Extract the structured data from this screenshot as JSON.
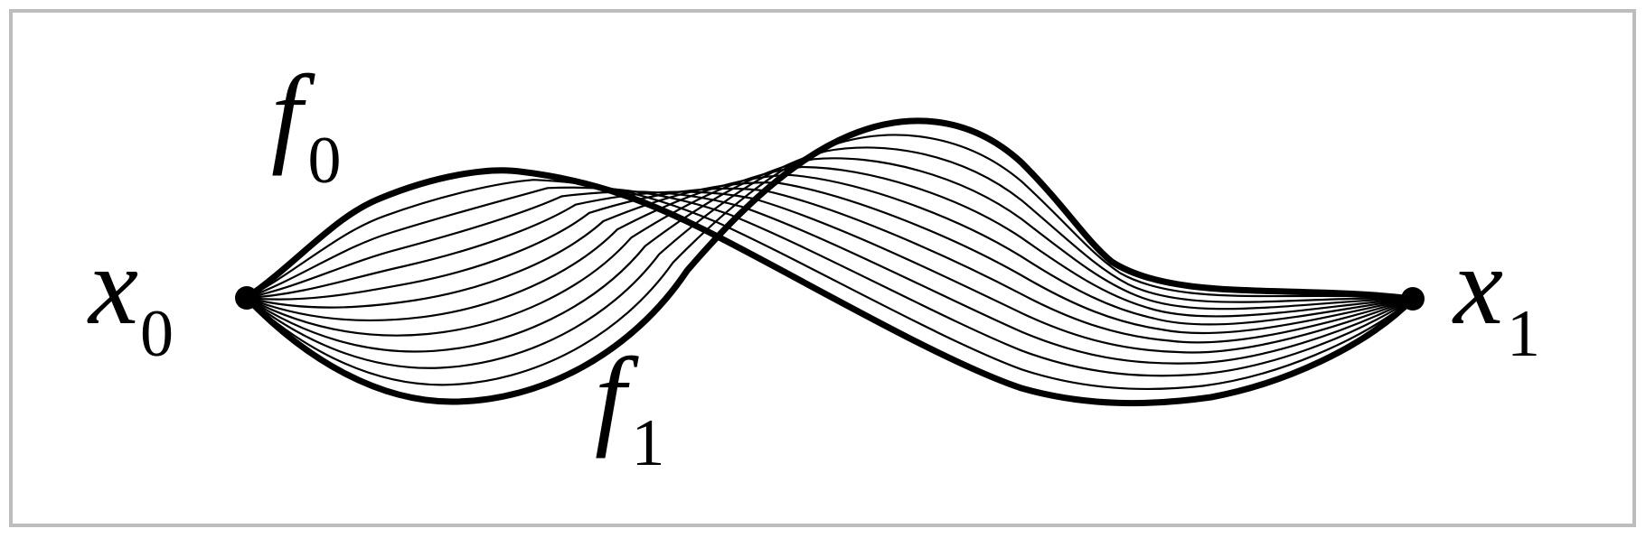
{
  "labels": {
    "x0": {
      "main": "x",
      "sub": "0"
    },
    "x1": {
      "main": "x",
      "sub": "1"
    },
    "f0": {
      "main": "f",
      "sub": "0"
    },
    "f1": {
      "main": "f",
      "sub": "1"
    }
  },
  "intermediate_curve_count": 11,
  "colors": {
    "stroke": "#000000",
    "frame": "#bdbdbd",
    "background": "#ffffff"
  }
}
